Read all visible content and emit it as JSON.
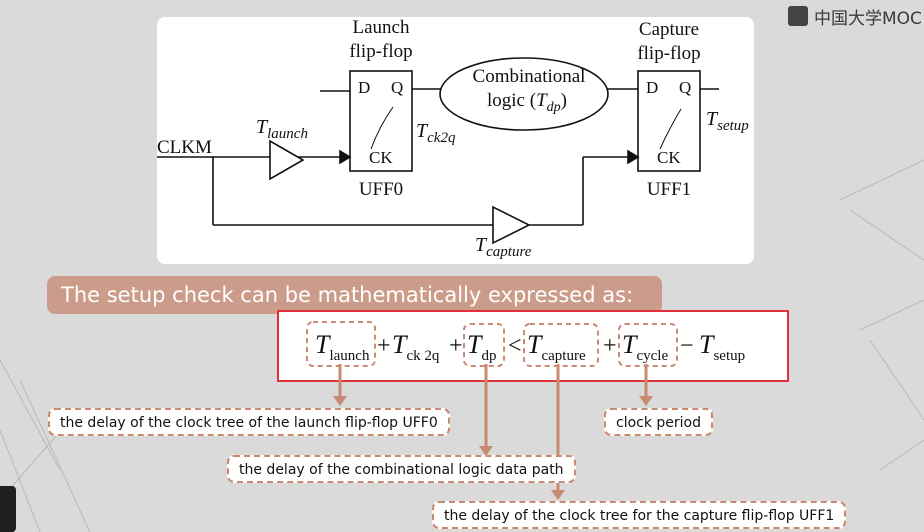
{
  "watermark": {
    "text": "中国大学MOC"
  },
  "diagram": {
    "launch_ff_title_1": "Launch",
    "launch_ff_title_2": "flip-flop",
    "capture_ff_title_1": "Capture",
    "capture_ff_title_2": "flip-flop",
    "comb_logic_1": "Combinational",
    "comb_logic_2_prefix": "logic (",
    "comb_logic_2_var": "T",
    "comb_logic_2_sub": "dp",
    "comb_logic_2_suffix": ")",
    "clk_label": "CLKM",
    "t_launch_main": "T",
    "t_launch_sub": "launch",
    "t_ck2q_main": "T",
    "t_ck2q_sub": "ck2q",
    "t_setup_main": "T",
    "t_setup_sub": "setup",
    "t_capture_main": "T",
    "t_capture_sub": "capture",
    "uff0": "UFF0",
    "uff1": "UFF1",
    "pin_d": "D",
    "pin_q": "Q",
    "pin_ck": "CK"
  },
  "banner": {
    "text": "The setup check can be mathematically expressed as:"
  },
  "formula": {
    "t": "T",
    "launch": "launch",
    "plus1": "+",
    "ck2q": "ck 2q",
    "plus2": "+",
    "dp": "dp",
    "lt": "<",
    "capture": "capture",
    "plus3": "+",
    "cycle": "cycle",
    "minus": "−",
    "setup": "setup"
  },
  "callouts": {
    "launch_desc": "the delay of the clock tree of the launch flip-flop UFF0",
    "comb_desc": "the delay of the combinational logic data path",
    "capture_desc": "the delay of the clock tree for the capture flip-flop UFF1",
    "cycle_desc": "clock period"
  },
  "colors": {
    "accent": "#cc9c8a",
    "dashed": "#c98a72",
    "formula_border": "#e0303a"
  }
}
